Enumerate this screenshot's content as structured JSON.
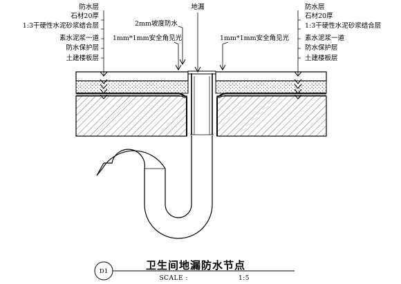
{
  "labels": {
    "left": [
      "防水层",
      "石材20厚",
      "1:3干硬性水泥砂浆结合层",
      "素水泥浆一道",
      "防水保护层",
      "土建楼板层"
    ],
    "right": [
      "防水层",
      "石材20厚",
      "1:3干硬性水泥砂浆结合层",
      "素水泥浆一道",
      "防水保护层",
      "土建楼板层"
    ],
    "floor_drain": "地漏",
    "slope_waterproof": "2mm坡度防水",
    "chamfer_left": "1mm*1mm安全角见光",
    "chamfer_right": "1mm*1mm安全角见光"
  },
  "footer": {
    "badge": "D1",
    "title": "卫生间地漏防水节点",
    "scale_label": "SCALE :",
    "scale_value": "1:5"
  }
}
